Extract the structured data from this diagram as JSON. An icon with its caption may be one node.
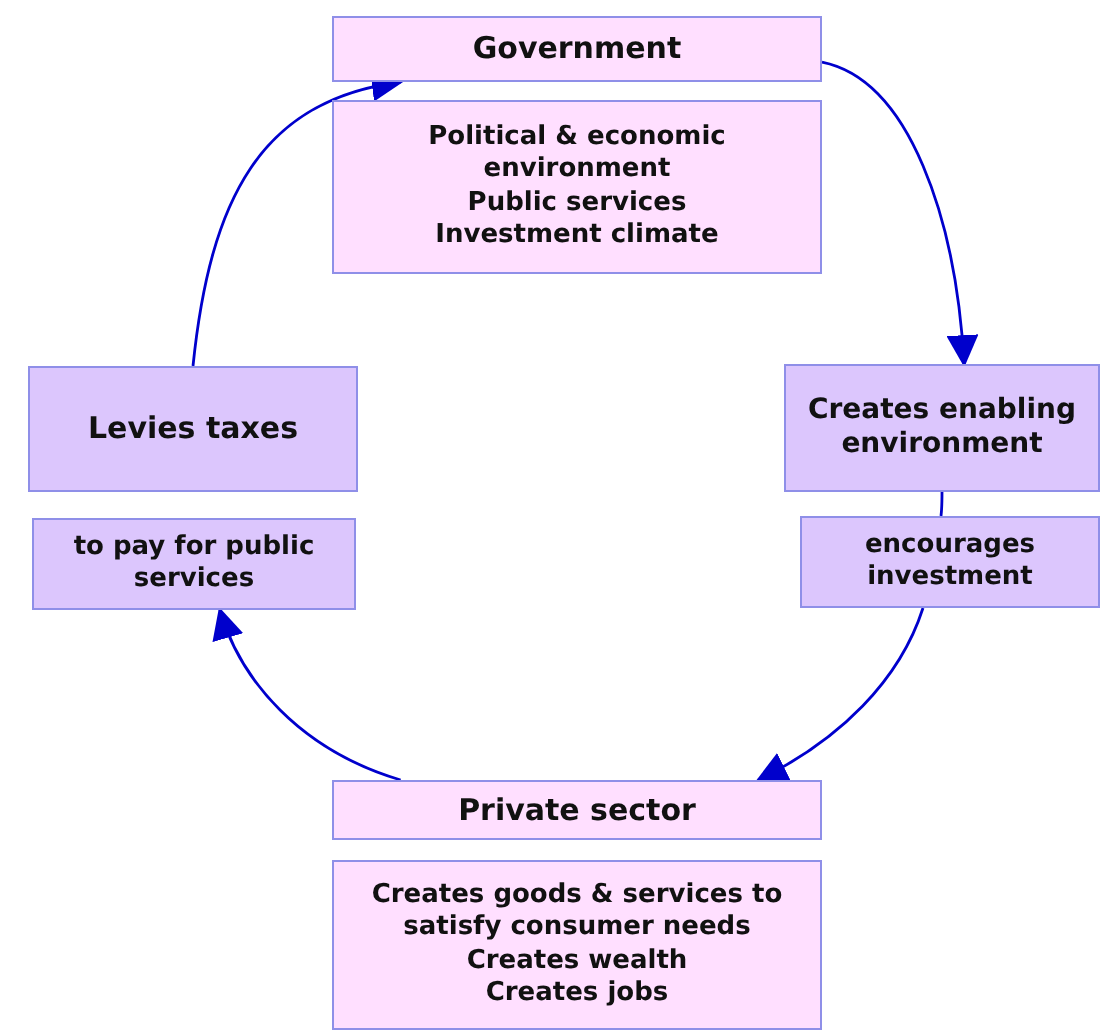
{
  "diagram": {
    "nodes": [
      {
        "text": [
          "Government"
        ]
      },
      {
        "text": [
          "Political & economic environment",
          "Public services",
          "Investment climate"
        ]
      },
      {
        "text": [
          "Creates enabling environment"
        ]
      },
      {
        "text": [
          "encourages investment"
        ]
      },
      {
        "text": [
          "Private sector"
        ]
      },
      {
        "text": [
          "Creates goods & services to satisfy consumer needs",
          "Creates wealth",
          "Creates jobs"
        ]
      },
      {
        "text": [
          "Levies taxes"
        ]
      },
      {
        "text": [
          "to pay for public services"
        ]
      }
    ],
    "edges": [
      {
        "from": 0,
        "to": 2,
        "arrow": "to"
      },
      {
        "from": 2,
        "to": 3,
        "arrow": "none"
      },
      {
        "from": 3,
        "to": 4,
        "arrow": "to"
      },
      {
        "from": 4,
        "to": 7,
        "arrow": "to"
      },
      {
        "from": 6,
        "to": 0,
        "arrow": "to"
      }
    ]
  }
}
